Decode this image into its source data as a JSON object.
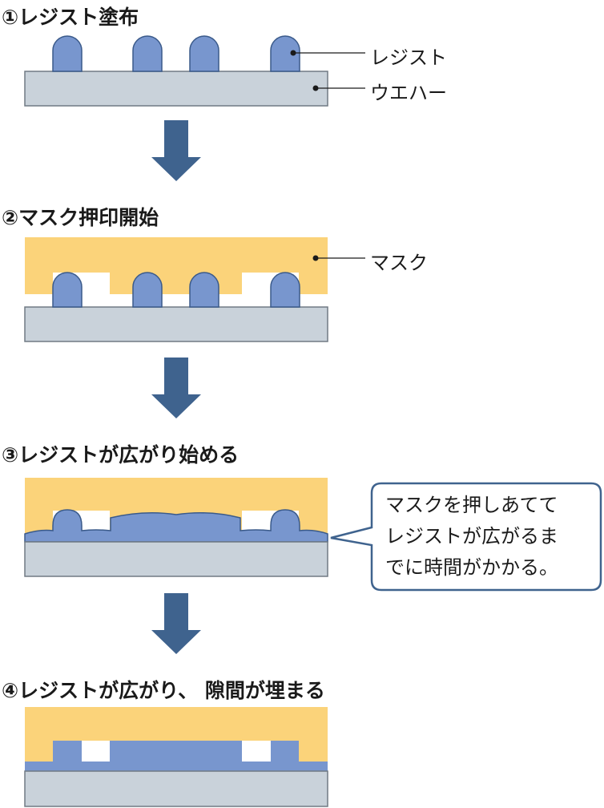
{
  "steps": [
    {
      "title": "①レジスト塗布"
    },
    {
      "title": "②マスク押印開始"
    },
    {
      "title": "③レジストが広がり始める"
    },
    {
      "title": "④レジストが広がり、 隙間が埋まる"
    }
  ],
  "labels": {
    "resist": "レジスト",
    "wafer": "ウエハー",
    "mask": "マスク"
  },
  "callout": {
    "lines": [
      "マスクを押しあてて",
      "レジストが広がるま",
      "でに時間がかかる。"
    ]
  },
  "colors": {
    "mask": "#fbd37a",
    "resist": "#7896ce",
    "resist_stroke": "#3a5a8a",
    "wafer": "#c9d2da",
    "wafer_stroke": "#707a84",
    "arrow": "#3f638e",
    "callout_border": "#3f638e"
  }
}
